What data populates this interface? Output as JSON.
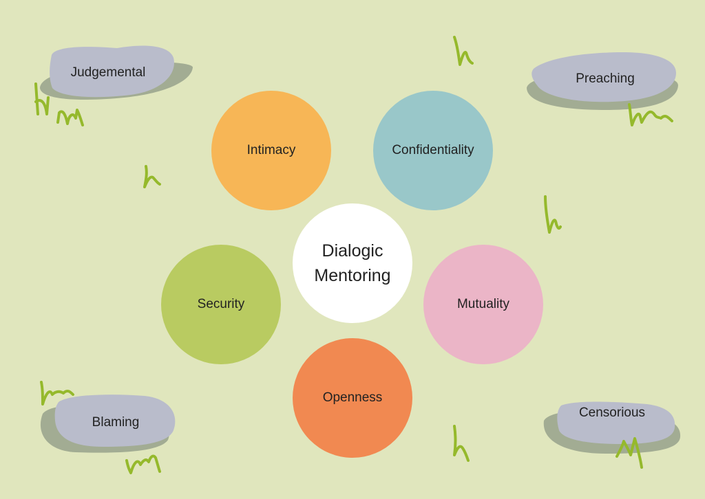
{
  "colors": {
    "background": "#e0e6bd",
    "rock": "#b9bccb",
    "rock_shadow": "#a2ac93",
    "grass": "#95b92c",
    "intimacy": "#f7b656",
    "confidentiality": "#99c7c9",
    "mutuality": "#ebb5c7",
    "openness": "#f18951",
    "security": "#b9cb61",
    "center": "#ffffff"
  },
  "center": {
    "line1": "Dialogic",
    "line2": "Mentoring"
  },
  "values": {
    "intimacy": "Intimacy",
    "confidentiality": "Confidentiality",
    "mutuality": "Mutuality",
    "openness": "Openness",
    "security": "Security"
  },
  "barriers": {
    "judgemental": "Judgemental",
    "preaching": "Preaching",
    "blaming": "Blaming",
    "censorious": "Censorious"
  }
}
